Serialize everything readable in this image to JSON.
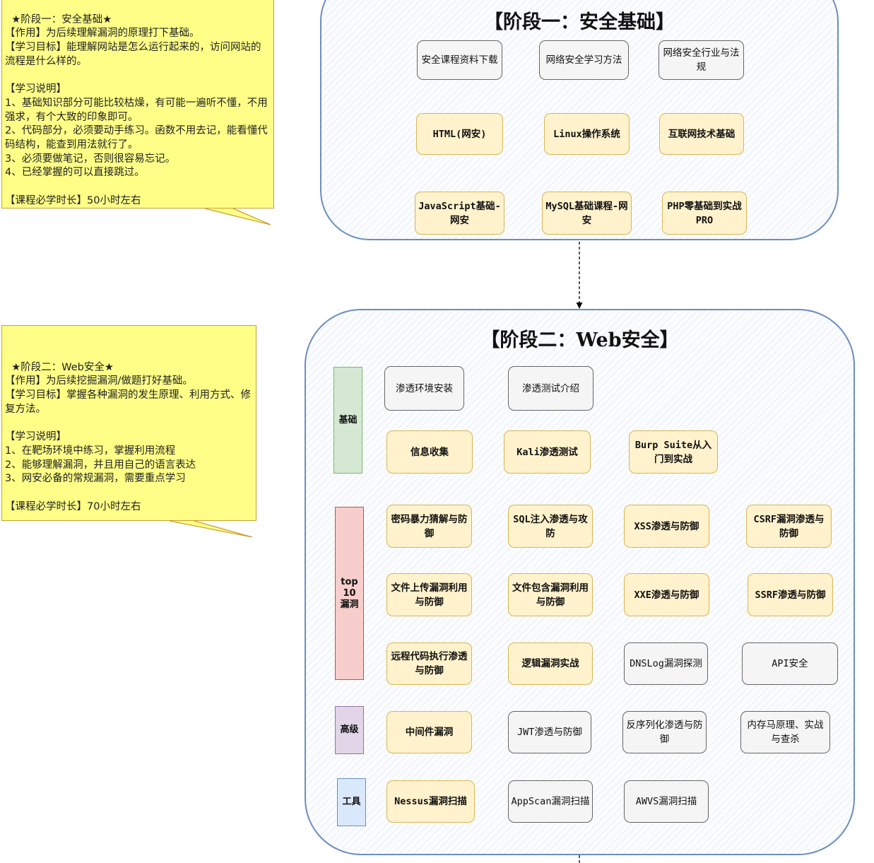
{
  "notes": [
    {
      "text": "★阶段一：安全基础★\n【作用】为后续理解漏洞的原理打下基础。\n【学习目标】能理解网站是怎么运行起来的，访问网站的流程是什么样的。\n\n【学习说明】\n1、基础知识部分可能比较枯燥，有可能一遍听不懂，不用强求，有个大致的印象即可。\n2、代码部分，必须要动手练习。函数不用去记，能看懂代码结构，能查到用法就行了。\n3、必须要做笔记，否则很容易忘记。\n4、已经掌握的可以直接跳过。\n\n【课程必学时长】50小时左右"
    },
    {
      "text": "★阶段二：Web安全★\n【作用】为后续挖掘漏洞/做题打好基础。\n【学习目标】掌握各种漏洞的发生原理、利用方式、修复方法。\n\n【学习说明】\n1、在靶场环境中练习，掌握利用流程\n2、能够理解漏洞，并且用自己的语言表达\n3、网安必备的常规漏洞，需要重点学习\n\n【课程必学时长】70小时左右"
    }
  ],
  "stage1": {
    "title": "【阶段一：安全基础】",
    "nodes": [
      "安全课程资料下载",
      "网络安全学习方法",
      "网络安全行业与法规",
      "HTML(网安)",
      "Linux操作系统",
      "互联网技术基础",
      "JavaScript基础-网安",
      "MySQL基础课程-网安",
      "PHP零基础到实战PRO"
    ]
  },
  "stage2": {
    "title": "【阶段二：Web安全】",
    "categories": [
      "基础",
      "top 10 漏洞",
      "高级",
      "工具"
    ],
    "nodes": [
      "渗透环境安装",
      "渗透测试介绍",
      "信息收集",
      "Kali渗透测试",
      "Burp Suite从入门到实战",
      "密码暴力猜解与防御",
      "SQL注入渗透与攻防",
      "XSS渗透与防御",
      "CSRF漏洞渗透与防御",
      "文件上传漏洞利用与防御",
      "文件包含漏洞利用与防御",
      "XXE渗透与防御",
      "SSRF渗透与防御",
      "远程代码执行渗透与防御",
      "逻辑漏洞实战",
      "DNSLog漏洞探测",
      "API安全",
      "中间件漏洞",
      "JWT渗透与防御",
      "反序列化渗透与防御",
      "内存马原理、实战与查杀",
      "Nessus漏洞扫描",
      "AppScan漏洞扫描",
      "AWVS漏洞扫描"
    ]
  },
  "colors": {
    "stage_border": "#6c8ebf",
    "node_yellow_fill": "#fff2cc",
    "node_yellow_border": "#d6b656",
    "node_gray_fill": "#f5f5f5",
    "node_gray_border": "#666666",
    "note_fill": "#ffff88",
    "cat_green": "#d5e8d4",
    "cat_red": "#f8cecc",
    "cat_purple": "#e1d5e7",
    "cat_blue": "#dae8fc"
  }
}
